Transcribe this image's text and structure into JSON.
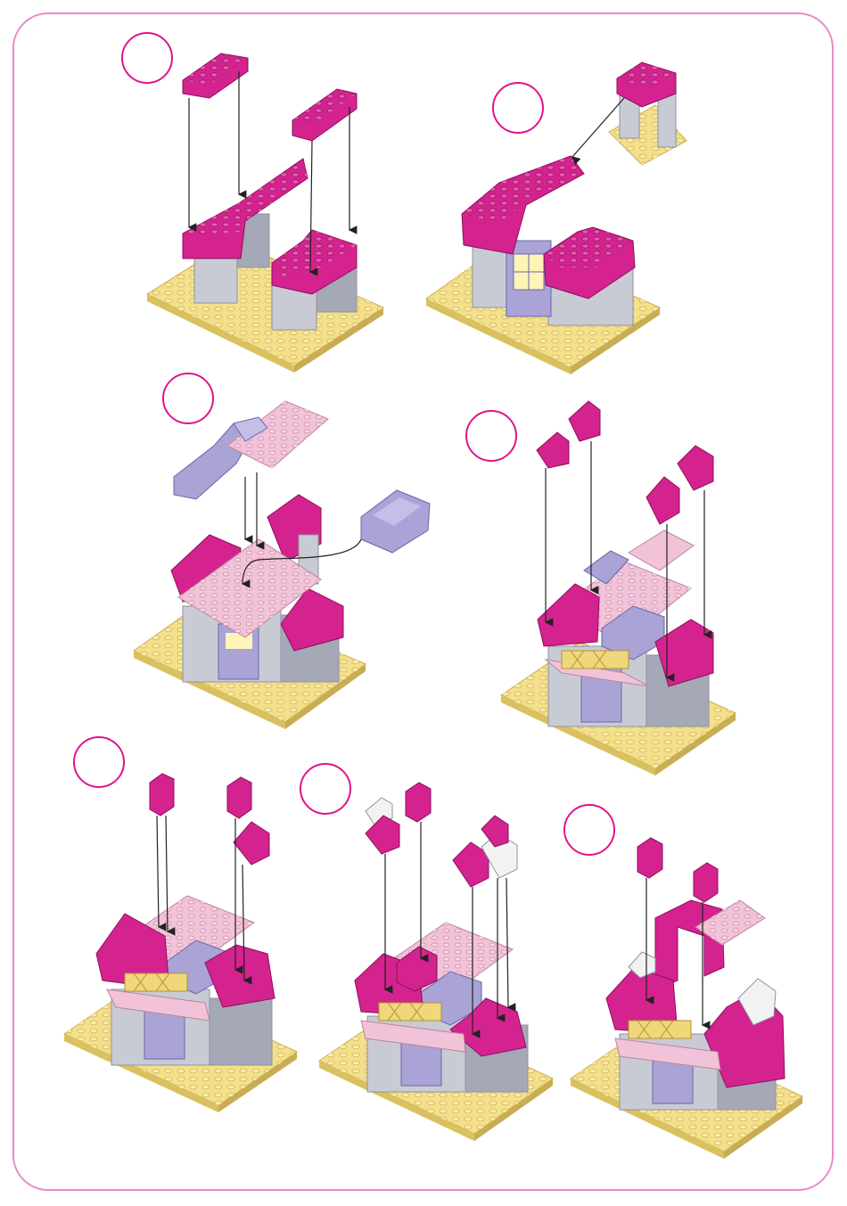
{
  "colors": {
    "frame": "#e88ac8",
    "circle": "#e0148a",
    "magenta": "#d4238f",
    "magenta_dark": "#a8156f",
    "magenta_light": "#e04aa8",
    "grey": "#c9cbd4",
    "grey_dark": "#a5a8b6",
    "baseplate": "#f4e08a",
    "baseplate_dark": "#d9c160",
    "pink_plate": "#f2c3d8",
    "lavender": "#a9a3d6",
    "window_glow": "#fff4b8",
    "white_slope": "#f2f2f2",
    "arrow": "#222222"
  },
  "steps": [
    {
      "id": 1,
      "circle": "step-1-circle"
    },
    {
      "id": 2,
      "circle": "step-2-circle"
    },
    {
      "id": 3,
      "circle": "step-3-circle"
    },
    {
      "id": 4,
      "circle": "step-4-circle"
    },
    {
      "id": 5,
      "circle": "step-5-circle"
    },
    {
      "id": 6,
      "circle": "step-6-circle"
    },
    {
      "id": 7,
      "circle": "step-7-circle"
    }
  ]
}
